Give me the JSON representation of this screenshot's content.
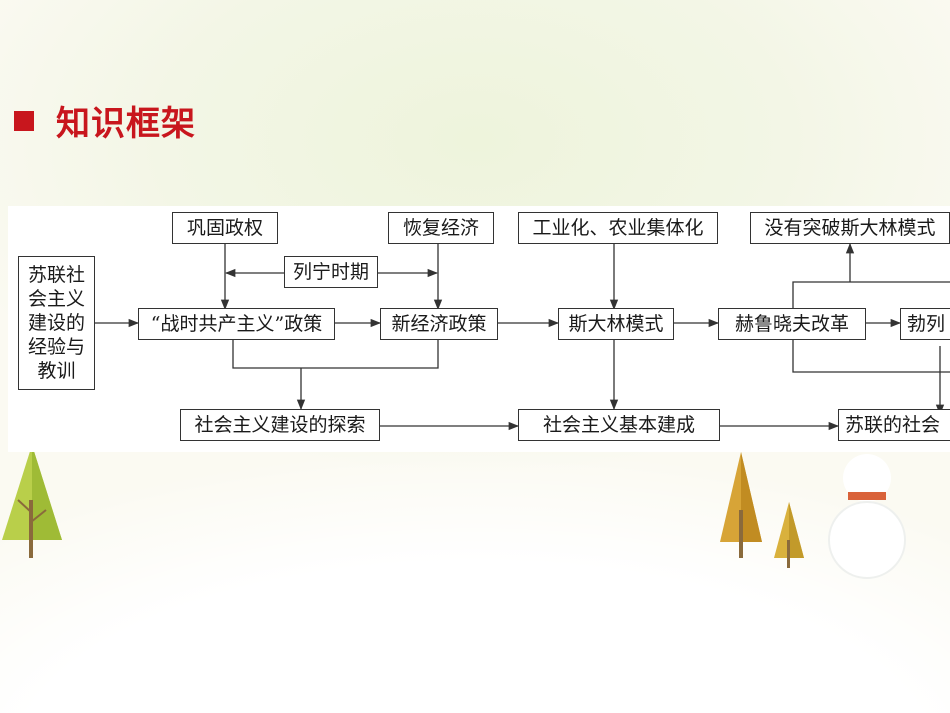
{
  "slide": {
    "title": "知识框架"
  },
  "diagram": {
    "nodes": {
      "lessons": "苏联社会主义建设的经验与教训",
      "consolidate": "巩固政权",
      "restore": "恢复经济",
      "lenin_period": "列宁时期",
      "war_communism": "“战时共产主义”政策",
      "nep": "新经济政策",
      "industrialization": "工业化、农业集体化",
      "stalin_model": "斯大林模式",
      "no_breakthrough": "没有突破斯大林模式",
      "khrushchev": "赫鲁晓夫改革",
      "brezhnev": "勃列",
      "exploration": "社会主义建设的探索",
      "basic_built": "社会主义基本建成",
      "soviet_society": "苏联的社会"
    }
  }
}
